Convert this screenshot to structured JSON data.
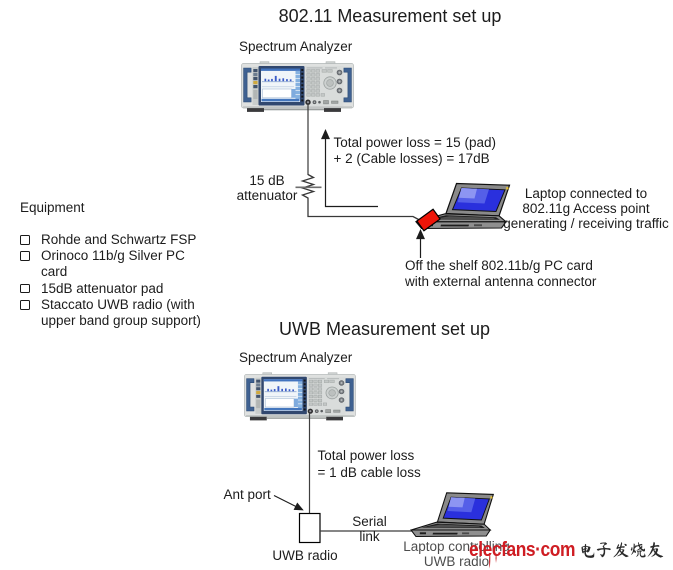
{
  "setup1": {
    "title": "802.11 Measurement set up",
    "analyzer_label": "Spectrum Analyzer",
    "attenuator_label": "15 dB\nattenuator",
    "power_loss_note": "Total power loss = 15 (pad)\n+ 2 (Cable losses) = 17dB",
    "laptop_caption": "Laptop connected to\n802.11g Access point\ngenerating / receiving traffic",
    "pc_card_caption": "Off the shelf 802.11b/g PC card\nwith external antenna connector"
  },
  "equipment": {
    "heading": "Equipment",
    "items": [
      {
        "label": "Rohde and Schwartz FSP"
      },
      {
        "label": "Orinoco 11b/g Silver PC\ncard"
      },
      {
        "label": "15dB attenuator pad"
      },
      {
        "label": "Staccato UWB radio (with\nupper band group support)"
      }
    ]
  },
  "setup2": {
    "title": "UWB Measurement set up",
    "analyzer_label": "Spectrum Analyzer",
    "power_loss_note": "Total power loss\n= 1 dB cable loss",
    "ant_port_label": "Ant port",
    "uwb_radio_label": "UWB radio",
    "serial_link_label": "Serial\nlink",
    "laptop_caption": "Laptop controlling\nUWB radio"
  },
  "watermark": {
    "site_name": "elecfans·com",
    "site_color": "#cf1d23",
    "cjk_text": "电子发烧友"
  },
  "colors": {
    "line": "#3f3f3f",
    "pc_card_red": "#ee1509",
    "laptop_screen_blue": "#2a30dd"
  }
}
